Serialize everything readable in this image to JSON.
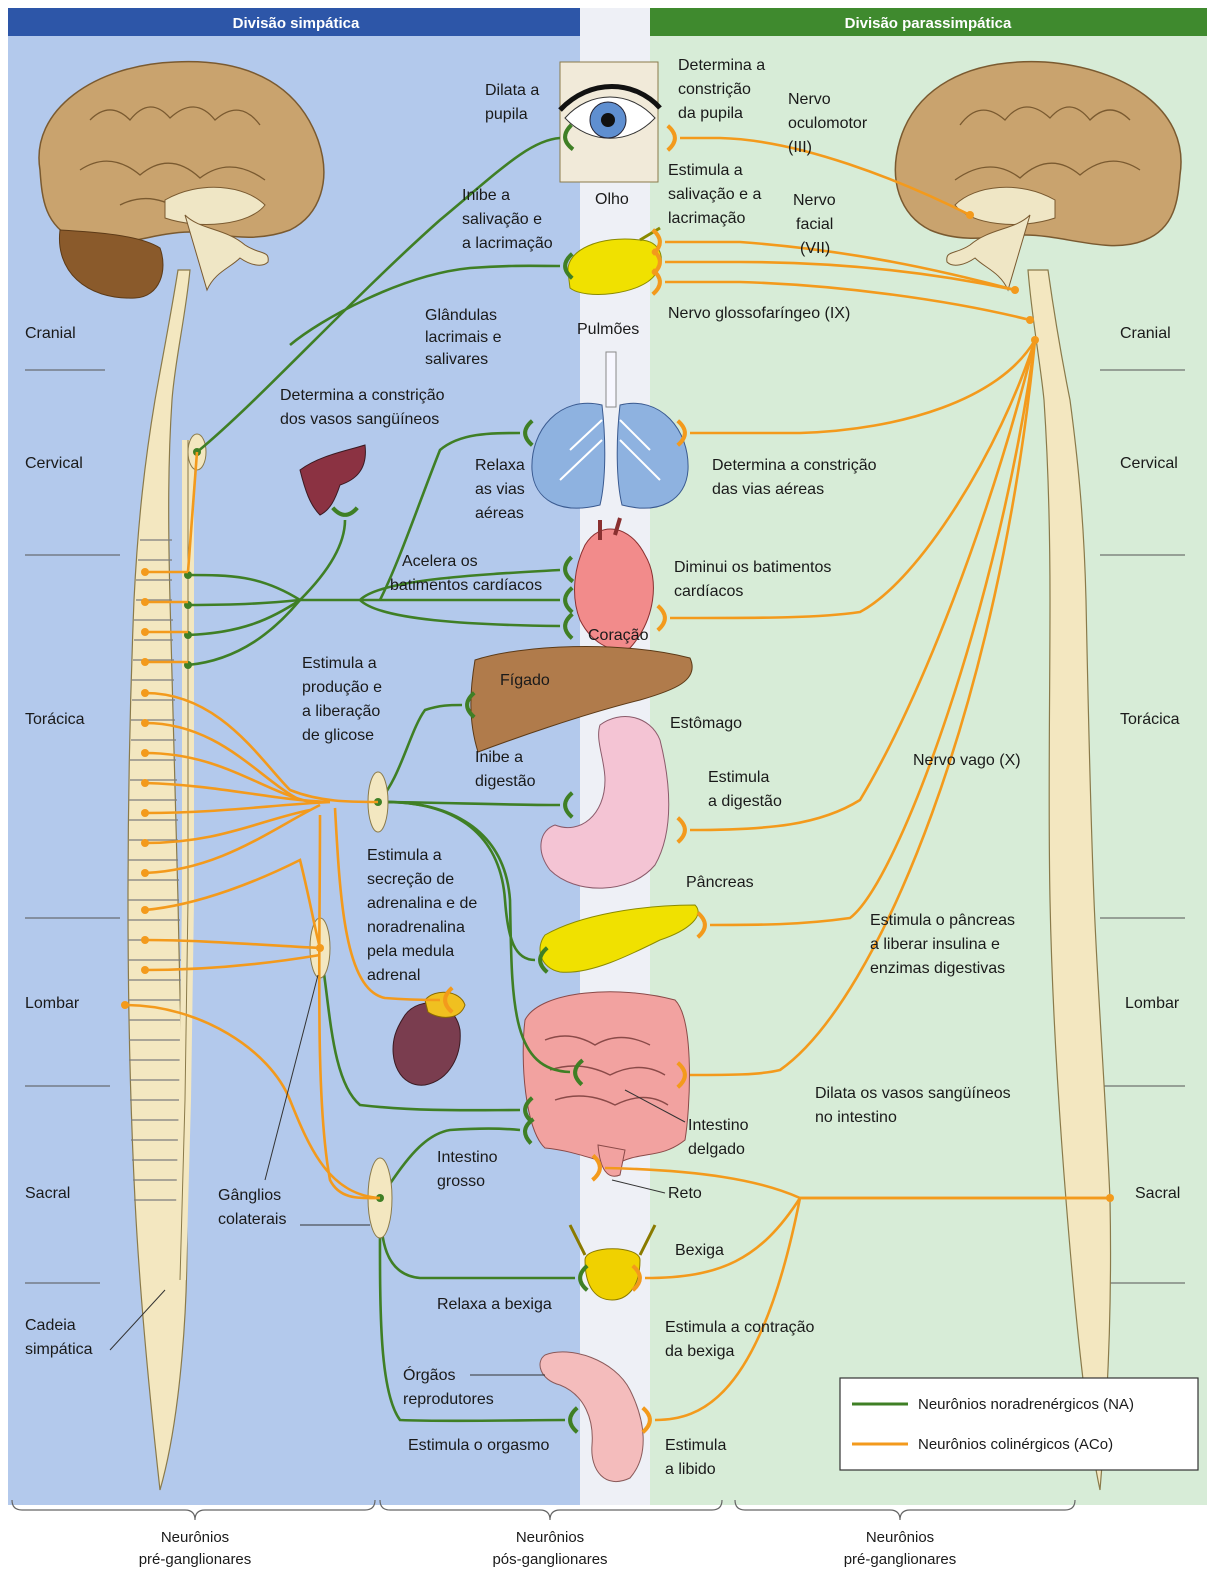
{
  "headers": {
    "sympathetic": "Divisão simpática",
    "parasympathetic": "Divisão parassimpática"
  },
  "regions": [
    "Cranial",
    "Cervical",
    "Torácica",
    "Lombar",
    "Sacral"
  ],
  "left_labels": {
    "dilata_pupila": [
      "Dilata a",
      "pupila"
    ],
    "inibe_salivacao": [
      "Inibe a",
      "salivação e",
      "a lacrimação"
    ],
    "glandulas": [
      "Glândulas",
      "lacrimais e",
      "salivares"
    ],
    "constricao_vasos": [
      "Determina a constrição",
      "dos vasos sangüíneos"
    ],
    "relaxa_vias": [
      "Relaxa",
      "as vias",
      "aéreas"
    ],
    "acelera": [
      "Acelera os",
      "batimentos cardíacos"
    ],
    "estimula_glicose": [
      "Estimula a",
      "produção e",
      "a liberação",
      "de glicose"
    ],
    "inibe_digestao": [
      "Inibe a",
      "digestão"
    ],
    "adrenalina": [
      "Estimula a",
      "secreção de",
      "adrenalina e de",
      "noradrenalina",
      "pela medula",
      "adrenal"
    ],
    "ganglios_colaterais": [
      "Gânglios",
      "colaterais"
    ],
    "cadeia": [
      "Cadeia",
      "simpática"
    ],
    "intestino_grosso": [
      "Intestino",
      "grosso"
    ],
    "relaxa_bexiga": "Relaxa a bexiga",
    "orgaos_reprodutores": [
      "Órgãos",
      "reprodutores"
    ],
    "orgasmo": "Estimula o orgasmo"
  },
  "organ_labels": {
    "olho": "Olho",
    "pulmoes": "Pulmões",
    "coracao": "Coração",
    "figado": "Fígado",
    "estomago": "Estômago",
    "pancreas": "Pâncreas",
    "intestino_delgado": [
      "Intestino",
      "delgado"
    ],
    "reto": "Reto",
    "bexiga": "Bexiga"
  },
  "right_labels": {
    "constricao_pupila": [
      "Determina a",
      "constrição",
      "da pupila"
    ],
    "nervo_oculomotor": [
      "Nervo",
      "oculomotor",
      "(III)"
    ],
    "salivacao": [
      "Estimula a",
      "salivação e a",
      "lacrimação"
    ],
    "nervo_facial": [
      "Nervo",
      "facial",
      "(VII)"
    ],
    "glossofaringeo": "Nervo glossofaríngeo (IX)",
    "constricao_vias": [
      "Determina a constrição",
      "das vias aéreas"
    ],
    "diminui": [
      "Diminui os batimentos",
      "cardíacos"
    ],
    "estimula_digestao": [
      "Estimula",
      "a digestão"
    ],
    "vago": "Nervo vago (X)",
    "pancreas_insulina": [
      "Estimula o pâncreas",
      "a liberar insulina e",
      "enzimas digestivas"
    ],
    "dilata_vasos": [
      "Dilata os vasos sangüíneos",
      "no intestino"
    ],
    "contracao_bexiga": [
      "Estimula a contração",
      "da bexiga"
    ],
    "libido": [
      "Estimula",
      "a libido"
    ]
  },
  "legend": {
    "noradrenergic": "Neurônios noradrenérgicos (NA)",
    "cholinergic": "Neurônios colinérgicos (ACo)"
  },
  "bottom": {
    "left": [
      "Neurônios",
      "pré-ganglionares"
    ],
    "center": [
      "Neurônios",
      "pós-ganglionares"
    ],
    "right": [
      "Neurônios",
      "pré-ganglionares"
    ]
  },
  "colors": {
    "sympathetic_bg": "#b3c9ec",
    "parasympathetic_bg": "#d7ecd7",
    "sympathetic_header": "#2d56a8",
    "parasympathetic_header": "#3f8a2e",
    "noradrenergic": "#3f7f25",
    "cholinergic": "#f39a1c"
  }
}
